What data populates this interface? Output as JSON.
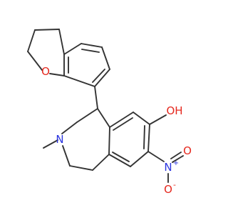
{
  "molecule": {
    "atom_labels": {
      "ring_oxygen": "O",
      "hydroxyl": "OH",
      "amine_nitrogen": "N",
      "nitro_nitrogen": "N",
      "nitro_charge_plus": "+",
      "nitro_oxygen_top": "O",
      "nitro_oxygen_bottom": "O",
      "nitro_charge_minus": "-"
    },
    "colors": {
      "bond": "#333333",
      "oxygen": "#e5281e",
      "nitrogen": "#2b35e0",
      "background": "#ffffff"
    }
  }
}
